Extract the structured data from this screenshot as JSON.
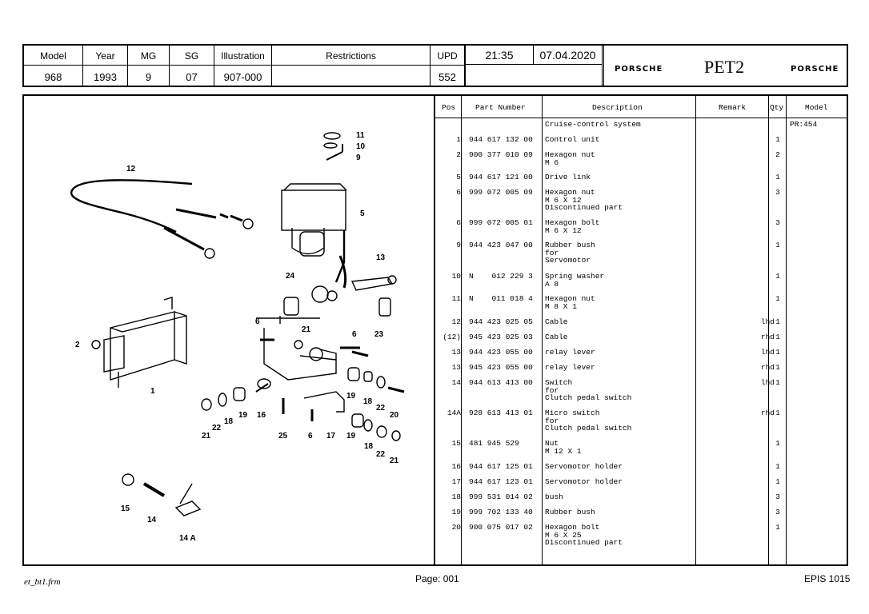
{
  "header": {
    "model_label": "Model",
    "model_value": "968",
    "year_label": "Year",
    "year_value": "1993",
    "mg_label": "MG",
    "mg_value": "9",
    "sg_label": "SG",
    "sg_value": "07",
    "illustration_label": "Illustration",
    "illustration_value": "907-000",
    "restrictions_label": "Restrictions",
    "upd_label": "UPD",
    "upd_value": "552",
    "time": "21:35",
    "date": "07.04.2020",
    "brand_left": "PORSCHE",
    "app_name": "PET2",
    "brand_right": "PORSCHE"
  },
  "table": {
    "headers": {
      "pos": "Pos",
      "part_number": "Part Number",
      "description": "Description",
      "remark": "Remark",
      "qty": "Qty",
      "model": "Model"
    },
    "rows": [
      {
        "pos": "",
        "pn": "",
        "desc": "Cruise-control system",
        "remark": "",
        "qty": "",
        "model": "PR:454"
      },
      {
        "pos": "1",
        "pn": "944 617 132 00",
        "desc": "Control unit",
        "remark": "",
        "qty": "1",
        "model": ""
      },
      {
        "pos": "2",
        "pn": "900 377 010 09",
        "desc": "Hexagon nut\nM 6",
        "remark": "",
        "qty": "2",
        "model": ""
      },
      {
        "pos": "5",
        "pn": "944 617 121 00",
        "desc": "Drive link",
        "remark": "",
        "qty": "1",
        "model": ""
      },
      {
        "pos": "6",
        "pn": "999 072 005 09",
        "desc": "Hexagon nut\nM 6 X 12\nDiscontinued part",
        "remark": "",
        "qty": "3",
        "model": ""
      },
      {
        "pos": "6",
        "pn": "999 072 005 01",
        "desc": "Hexagon bolt\nM 6 X 12",
        "remark": "",
        "qty": "3",
        "model": ""
      },
      {
        "pos": "9",
        "pn": "944 423 047 00",
        "desc": "Rubber bush\nfor\nServomotor",
        "remark": "",
        "qty": "1",
        "model": ""
      },
      {
        "pos": "10",
        "pn": "N    012 229 3",
        "desc": "Spring washer\nA 8",
        "remark": "",
        "qty": "1",
        "model": ""
      },
      {
        "pos": "11",
        "pn": "N    011 018 4",
        "desc": "Hexagon nut\nM 8 X 1",
        "remark": "",
        "qty": "1",
        "model": ""
      },
      {
        "pos": "12",
        "pn": "944 423 025 05",
        "desc": "Cable",
        "remark": "lhd",
        "qty": "1",
        "model": ""
      },
      {
        "pos": "(12)",
        "pn": "945 423 025 03",
        "desc": "Cable",
        "remark": "rhd",
        "qty": "1",
        "model": ""
      },
      {
        "pos": "13",
        "pn": "944 423 055 00",
        "desc": "relay lever",
        "remark": "lhd",
        "qty": "1",
        "model": ""
      },
      {
        "pos": "13",
        "pn": "945 423 055 00",
        "desc": "relay lever",
        "remark": "rhd",
        "qty": "1",
        "model": ""
      },
      {
        "pos": "14",
        "pn": "944 613 413 00",
        "desc": "Switch\nfor\nClutch pedal switch",
        "remark": "lhd",
        "qty": "1",
        "model": ""
      },
      {
        "pos": "14A",
        "pn": "928 613 413 01",
        "desc": "Micro switch\nfor\nClutch pedal switch",
        "remark": "rhd",
        "qty": "1",
        "model": ""
      },
      {
        "pos": "15",
        "pn": "481 945 529",
        "desc": "Nut\nM 12 X 1",
        "remark": "",
        "qty": "1",
        "model": ""
      },
      {
        "pos": "16",
        "pn": "944 617 125 01",
        "desc": "Servomotor holder",
        "remark": "",
        "qty": "1",
        "model": ""
      },
      {
        "pos": "17",
        "pn": "944 617 123 01",
        "desc": "Servomotor holder",
        "remark": "",
        "qty": "1",
        "model": ""
      },
      {
        "pos": "18",
        "pn": "999 531 014 02",
        "desc": "bush",
        "remark": "",
        "qty": "3",
        "model": ""
      },
      {
        "pos": "19",
        "pn": "999 702 133 40",
        "desc": "Rubber bush",
        "remark": "",
        "qty": "3",
        "model": ""
      },
      {
        "pos": "20",
        "pn": "900 075 017 02",
        "desc": "Hexagon bolt\nM 6 X 25\nDiscontinued part",
        "remark": "",
        "qty": "1",
        "model": ""
      }
    ]
  },
  "diagram": {
    "callouts": [
      "11",
      "10",
      "9",
      "12",
      "5",
      "13",
      "24",
      "6",
      "21",
      "6",
      "23",
      "2",
      "1",
      "19",
      "18",
      "22",
      "20",
      "22",
      "18",
      "19",
      "16",
      "25",
      "6",
      "17",
      "19",
      "18",
      "22",
      "21",
      "15",
      "14",
      "14 A"
    ]
  },
  "footer": {
    "form_name": "et_bt1.frm",
    "page": "Page: 001",
    "epis": "EPIS 1015"
  }
}
